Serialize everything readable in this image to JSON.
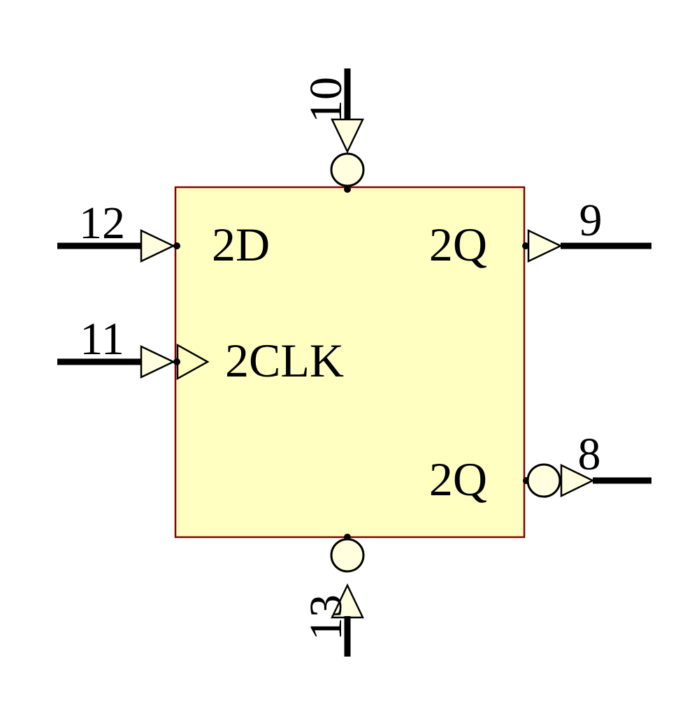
{
  "colors": {
    "body_fill": "#FFFFC2",
    "body_stroke": "#840000",
    "wire": "#000000",
    "marker_fill": "#FFFFE0"
  },
  "symbol": {
    "pins": {
      "pin10": {
        "number": "10",
        "side": "top",
        "decoration": "inversion-bubble"
      },
      "pin12": {
        "number": "12",
        "side": "left",
        "label": "2D"
      },
      "pin11": {
        "number": "11",
        "side": "left",
        "label": "2CLK",
        "decoration": "clock-edge-triangle"
      },
      "pin9": {
        "number": "9",
        "side": "right",
        "label": "2Q"
      },
      "pin8": {
        "number": "8",
        "side": "right",
        "label": "2Q",
        "decoration": "inversion-bubble"
      },
      "pin13": {
        "number": "13",
        "side": "bottom",
        "decoration": "inversion-bubble"
      }
    }
  }
}
